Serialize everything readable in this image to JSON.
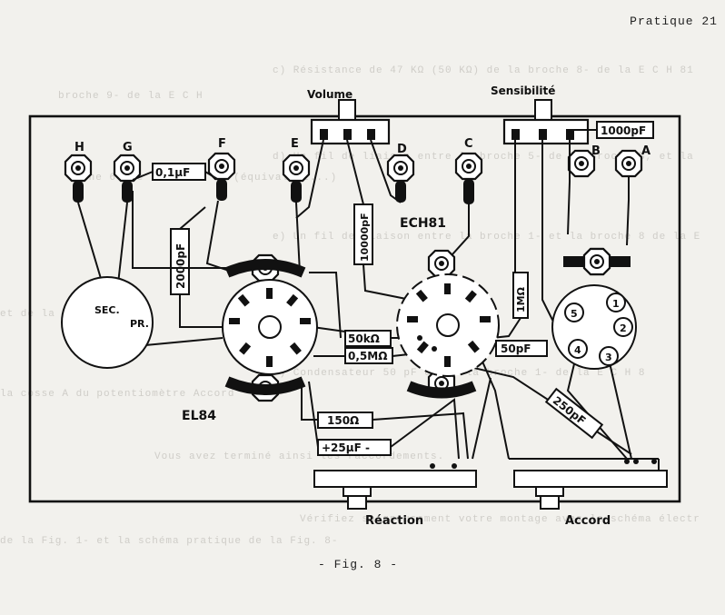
{
  "header": {
    "page_label": "Pratique 21"
  },
  "figure_caption": "- Fig. 8 -",
  "controls": {
    "volume": "Volume",
    "sensibilite": "Sensibilité",
    "reaction": "Réaction",
    "accord": "Accord"
  },
  "terminals": [
    "H",
    "G",
    "F",
    "E",
    "D",
    "C",
    "B",
    "A"
  ],
  "tubes": {
    "el84": "EL84",
    "ech81": "ECH81"
  },
  "transformer": {
    "sec": "SEC.",
    "pr": "PR."
  },
  "coil_pins": [
    "1",
    "2",
    "3",
    "4",
    "5"
  ],
  "components": {
    "c_01uf": "0,1μF",
    "c_2000pf": "2000pF",
    "c_10000pf": "10000pF",
    "c_1000pf": "1000pF",
    "r_50k": "50kΩ",
    "r_05m": "0,5MΩ",
    "r_1m": "1MΩ",
    "c_50pf": "50pF",
    "c_250pf": "250pF",
    "r_150": "150Ω",
    "c_25uf": "+25μF -"
  },
  "bleed_through_text": [
    "c) Résistance de 47 KΩ (50 KΩ) de la broche 8- de la E C H 81",
    "broche 9- de la E C H",
    "d) Un fil de liaison entre la broche 5- de la broche B, et la",
    "che 6- de la E C H 81 (équivalent...)",
    "e) Un fil de liaison entre la broche 1- et la broche 8 de la E",
    "et de la broche de la",
    "f) Condensateur 50 pF entre la broche 1- de la E C H 8",
    "la cosse A du potentiomètre Accord",
    "Vous avez terminé ainsi les raccordements.",
    "Vérifiez soigneusement votre montage avec le schéma électr",
    "de la Fig. 1- et la schéma pratique de la Fig. 8-"
  ]
}
